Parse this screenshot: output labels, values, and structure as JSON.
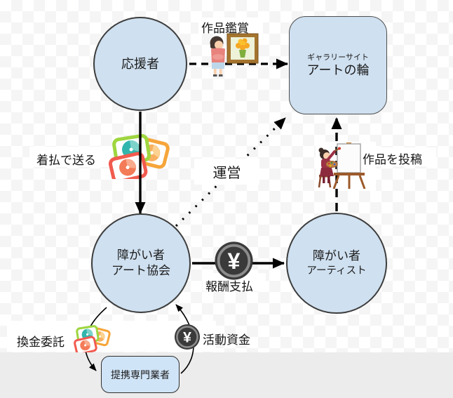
{
  "canvas": {
    "checker_light": "#ffffff",
    "checker_dark": "#f5f5f6",
    "bottom_strip": "#ececec",
    "node_fill": "#cfe0f0",
    "partner_fill": "#d0e4f7",
    "node_border": "#3d3d3d",
    "arrow_color": "#000000"
  },
  "nodes": {
    "supporter": {
      "label": "応援者"
    },
    "gallery": {
      "subtitle": "ギャラリーサイト",
      "title": "アートの輪"
    },
    "association": {
      "line1": "障がい者",
      "line2": "アート協会"
    },
    "artist": {
      "line1": "障がい者",
      "line2": "アーティスト"
    },
    "partner": {
      "label": "提携専門業者"
    }
  },
  "edges": {
    "view_art": {
      "label": "作品鑑賞"
    },
    "send_cod": {
      "label": "着払で送る"
    },
    "operate": {
      "label": "運営"
    },
    "post_art": {
      "label": "作品を投稿"
    },
    "pay_reward": {
      "label": "報酬支払"
    },
    "cash_consign": {
      "label": "換金委託"
    },
    "activity_fund": {
      "label": "活動資金"
    }
  },
  "icons": {
    "yen_symbol": "¥"
  }
}
